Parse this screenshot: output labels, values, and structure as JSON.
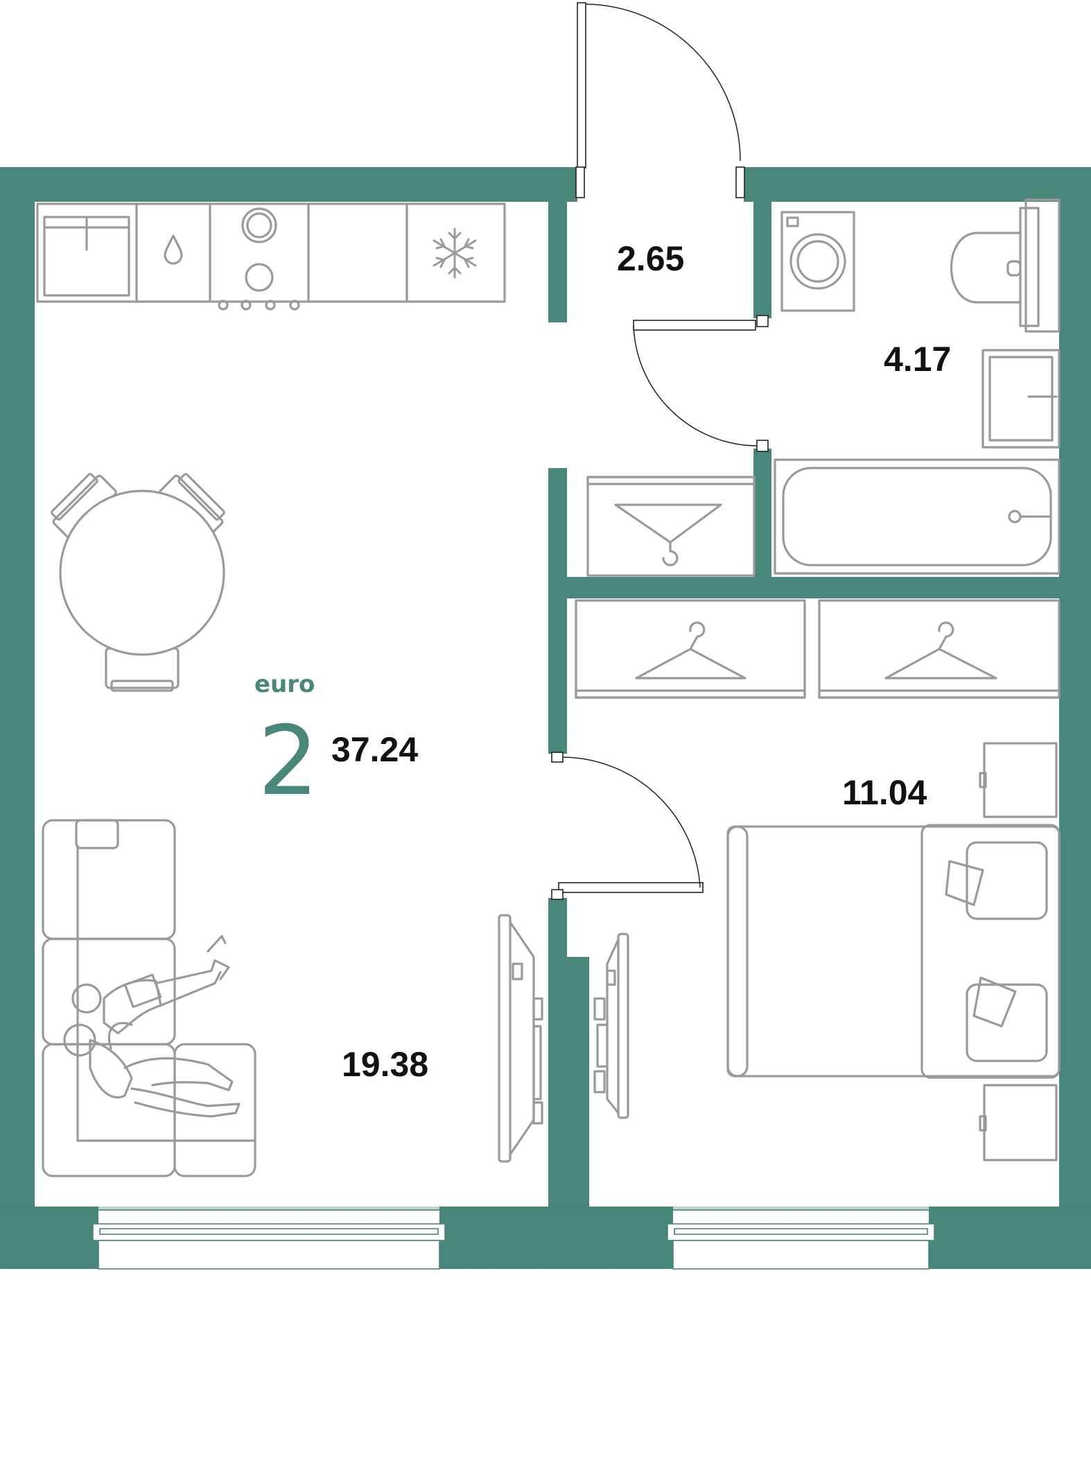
{
  "plan": {
    "apartment_type": "euro",
    "room_count": "2",
    "total_area": "37.24",
    "colors": {
      "wall": "#48877a",
      "furniture": "#9a9a9a",
      "background": "#ffffff"
    }
  },
  "rooms": [
    {
      "id": "hallway",
      "area": "2.65"
    },
    {
      "id": "bathroom",
      "area": "4.17"
    },
    {
      "id": "kitchen-living",
      "area": "19.38"
    },
    {
      "id": "bedroom",
      "area": "11.04"
    }
  ],
  "icons": [
    "sink-icon",
    "water-drop-icon",
    "cooktop-icon",
    "snowflake-icon",
    "hanger-icon",
    "washing-machine-icon",
    "toilet-icon",
    "bathtub-icon",
    "bed-icon",
    "sofa-icon",
    "tv-icon",
    "dining-table-icon",
    "people-icon"
  ]
}
